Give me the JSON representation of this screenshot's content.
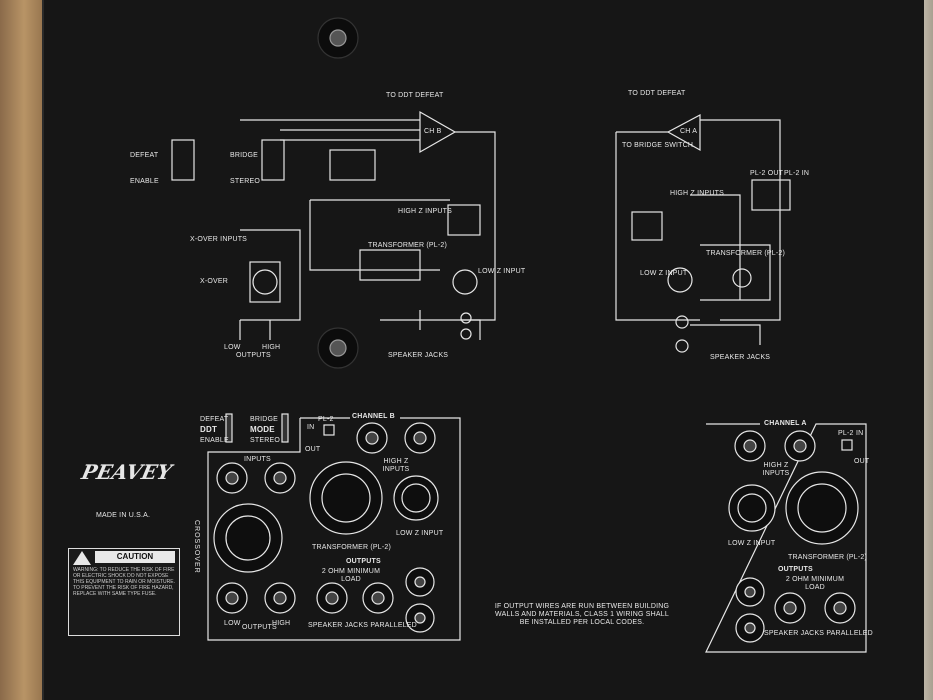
{
  "brand": {
    "logo": "PEAVEY",
    "made_in": "MADE IN U.S.A."
  },
  "schematic_b": {
    "defeat": "DEFEAT",
    "enable": "ENABLE",
    "bridge": "BRIDGE",
    "stereo": "STEREO",
    "x_over_inputs": "X-OVER INPUTS",
    "x_over": "X-OVER",
    "high_z_inputs": "HIGH Z INPUTS",
    "transformer": "TRANSFORMER (PL-2)",
    "low_z_input": "LOW Z INPUT",
    "low": "LOW",
    "high": "HIGH",
    "outputs": "OUTPUTS",
    "speaker_jacks": "SPEAKER JACKS",
    "to_ddt": "TO DDT DEFEAT",
    "ch_b": "CH B"
  },
  "schematic_a": {
    "to_ddt": "TO DDT DEFEAT",
    "to_bridge": "TO BRIDGE SWITCH",
    "ch_a": "CH A",
    "high_z_inputs": "HIGH Z INPUTS",
    "transformer": "TRANSFORMER (PL-2)",
    "low_z_input": "LOW Z INPUT",
    "speaker_jacks": "SPEAKER JACKS",
    "pl2_out": "PL-2 OUT",
    "pl2_in": "PL-2 IN"
  },
  "panel_b": {
    "defeat": "DEFEAT",
    "ddt": "DDT",
    "enable": "ENABLE",
    "bridge": "BRIDGE",
    "mode": "MODE",
    "stereo": "STEREO",
    "channel": "CHANNEL B",
    "in": "IN",
    "pl2": "PL-2",
    "out": "OUT",
    "inputs": "INPUTS",
    "high_z_inputs": "HIGH Z INPUTS",
    "crossover": "CROSSOVER",
    "transformer": "TRANSFORMER (PL-2)",
    "low_z_input": "LOW Z INPUT",
    "outputs": "OUTPUTS",
    "low": "LOW",
    "high": "HIGH",
    "two_ohm": "2 OHM MINIMUM LOAD",
    "outputs2": "OUTPUTS",
    "speaker_jacks": "SPEAKER JACKS PARALLELED"
  },
  "panel_a": {
    "channel": "CHANNEL A",
    "pl2": "PL-2",
    "in": "IN",
    "out": "OUT",
    "high_z_inputs": "HIGH Z INPUTS",
    "low_z_input": "LOW Z INPUT",
    "transformer": "TRANSFORMER (PL-2)",
    "outputs": "OUTPUTS",
    "two_ohm": "2 OHM MINIMUM LOAD",
    "speaker_jacks": "SPEAKER JACKS PARALLELED"
  },
  "wiring_note": "IF OUTPUT WIRES ARE RUN BETWEEN BUILDING WALLS AND MATERIALS, CLASS 1 WIRING SHALL BE INSTALLED PER LOCAL CODES.",
  "caution": {
    "title": "CAUTION",
    "text": "WARNING: TO REDUCE THE RISK OF FIRE OR ELECTRIC SHOCK DO NOT EXPOSE THIS EQUIPMENT TO RAIN OR MOISTURE. TO PREVENT THE RISK OF FIRE HAZARD, REPLACE WITH SAME TYPE FUSE."
  },
  "colors": {
    "panel": "#161616",
    "ink": "#e8e8e8"
  }
}
